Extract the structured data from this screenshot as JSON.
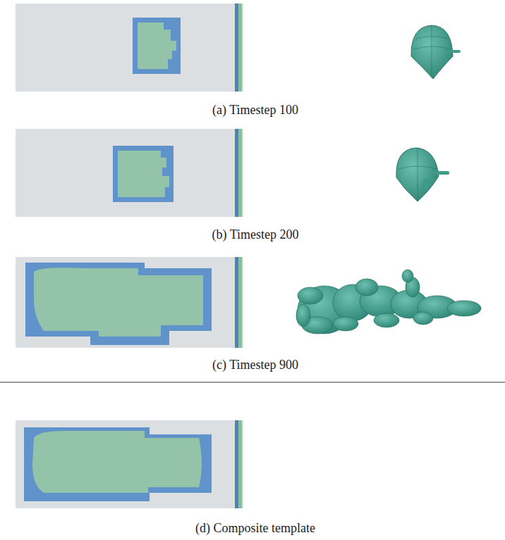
{
  "diagram": {
    "labels": [
      "(a) Timestep 100",
      "(b) Timestep 200",
      "(c) Timestep 900",
      "(d) Composite template"
    ]
  }
}
